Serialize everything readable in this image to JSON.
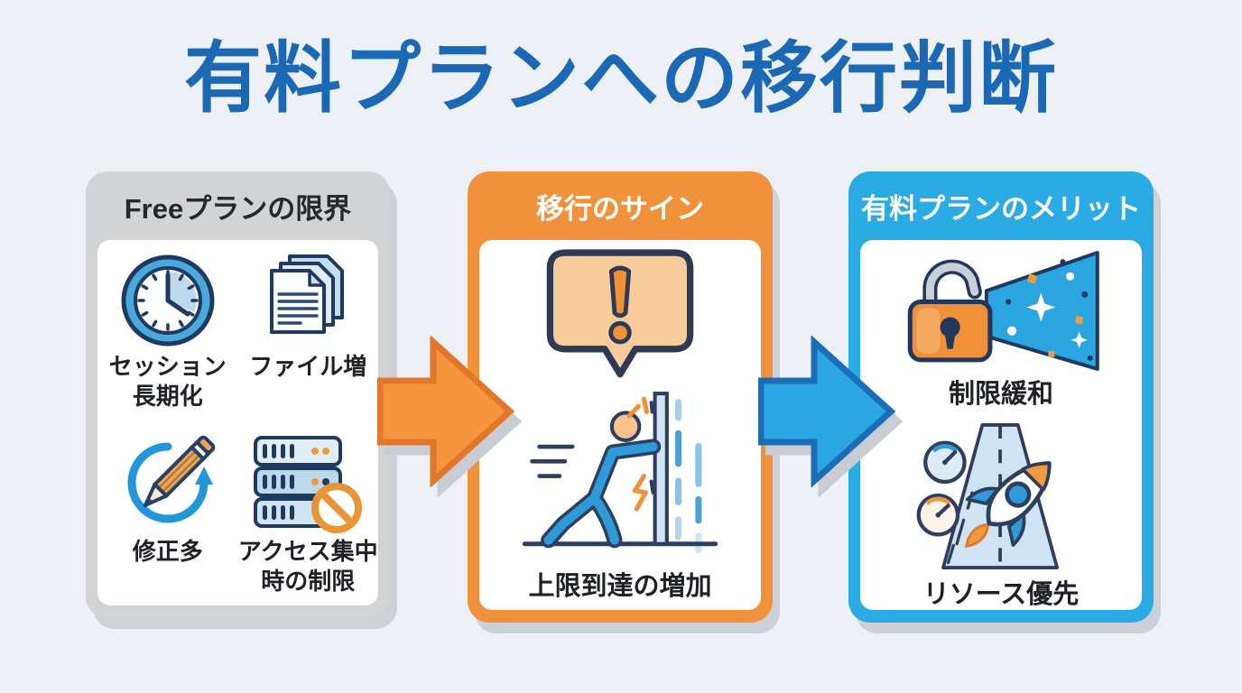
{
  "title": "有料プランへの移行判断",
  "colors": {
    "background": "#edf1f6",
    "title_blue": "#1b69b5",
    "orange_accent": "#f0923c",
    "orange_arrow": "#f5953e",
    "orange_arrow_border": "#e2772b",
    "blue_accent": "#2aabe3",
    "blue_arrow": "#2aa7e2",
    "blue_arrow_border": "#1c6db8",
    "gray_header": "#d2d3d5",
    "outline_navy": "#2d3e5f"
  },
  "panels": [
    {
      "header": "Freeプランの限界",
      "items": [
        {
          "icon": "clock-icon",
          "label": "セッション\n長期化"
        },
        {
          "icon": "documents-stack-icon",
          "label": "ファイル増"
        },
        {
          "icon": "pencil-revision-icon",
          "label": "修正多"
        },
        {
          "icon": "server-blocked-icon",
          "label": "アクセス集中\n時の制限"
        }
      ]
    },
    {
      "header": "移行のサイン",
      "items": [
        {
          "icon": "alert-speech-bubble-icon",
          "label": ""
        },
        {
          "icon": "person-pushing-wall-icon",
          "label": "上限到達の増加"
        }
      ]
    },
    {
      "header": "有料プランのメリット",
      "items": [
        {
          "icon": "unlocked-padlock-beam-icon",
          "label": "制限緩和"
        },
        {
          "icon": "rocket-launch-road-icon",
          "label": "リソース優先"
        }
      ]
    }
  ],
  "arrows": [
    {
      "name": "arrow-free-to-sign",
      "color": "#f5953e"
    },
    {
      "name": "arrow-sign-to-benefit",
      "color": "#2aa7e2"
    }
  ]
}
